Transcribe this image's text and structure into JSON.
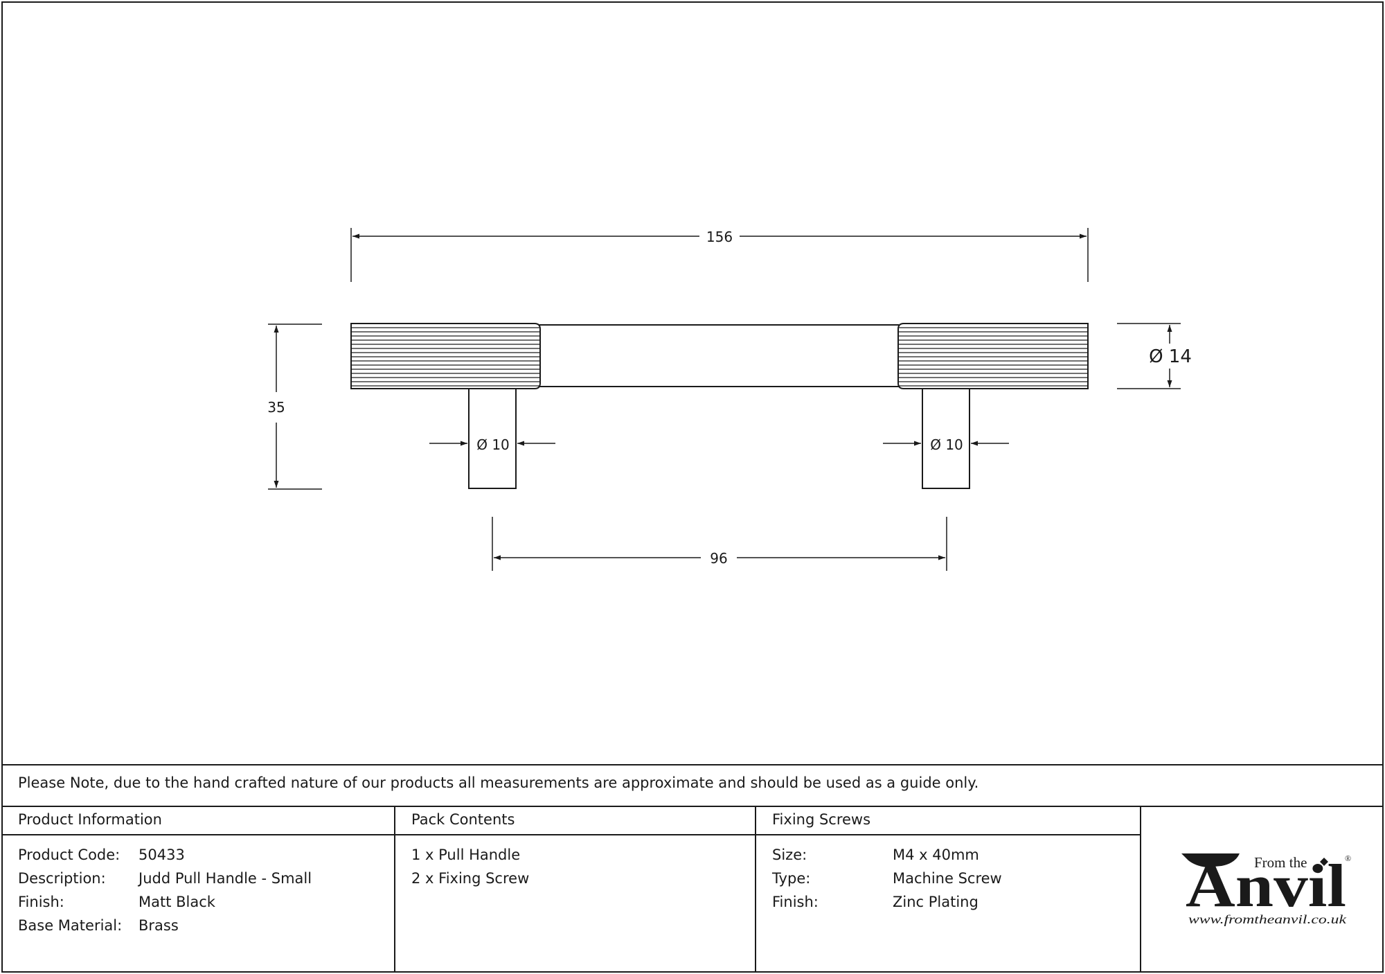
{
  "drawing": {
    "dimensions": {
      "overall_length": "156",
      "height": "35",
      "grip_diameter": "Ø 14",
      "post_diameter_left": "Ø 10",
      "post_diameter_right": "Ø 10",
      "centres": "96"
    }
  },
  "note": "Please Note, due to the hand crafted nature of our products all measurements are approximate and should be used as a guide only.",
  "product_info": {
    "heading": "Product Information",
    "rows": [
      {
        "label": "Product Code:",
        "value": "50433"
      },
      {
        "label": "Description:",
        "value": "Judd Pull Handle - Small"
      },
      {
        "label": "Finish:",
        "value": "Matt Black"
      },
      {
        "label": "Base Material:",
        "value": "Brass"
      }
    ]
  },
  "pack_contents": {
    "heading": "Pack Contents",
    "items": [
      "1 x Pull Handle",
      "2 x Fixing Screw"
    ]
  },
  "fixing_screws": {
    "heading": "Fixing Screws",
    "rows": [
      {
        "label": "Size:",
        "value": "M4 x 40mm"
      },
      {
        "label": "Type:",
        "value": "Machine Screw"
      },
      {
        "label": "Finish:",
        "value": "Zinc Plating"
      }
    ]
  },
  "logo": {
    "line1": "From the",
    "word": "Anvil",
    "registered": "®",
    "url": "www.fromtheanvil.co.uk"
  }
}
